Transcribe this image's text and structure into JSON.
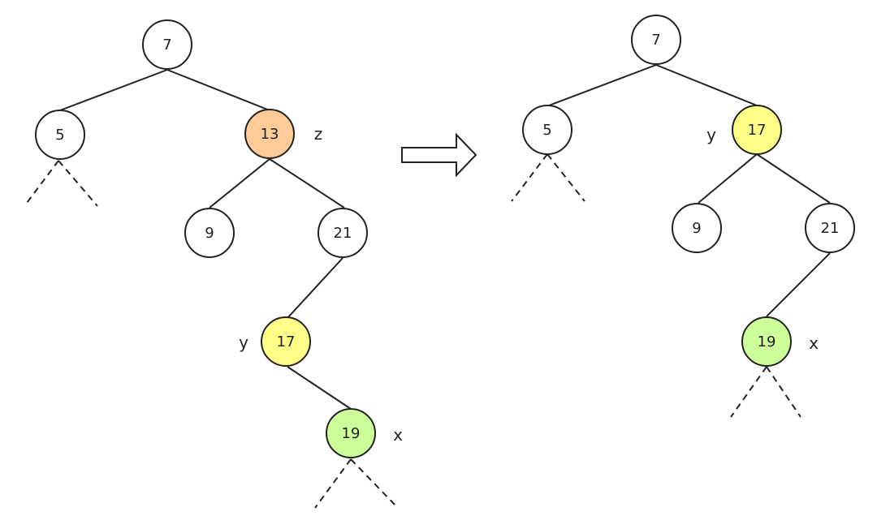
{
  "colors": {
    "stroke": "#222222",
    "node_fill": "#ffffff",
    "z_fill": "#ffcc99",
    "y_fill": "#ffff88",
    "x_fill": "#ccff99"
  },
  "before": {
    "nodes": [
      {
        "id": "n7",
        "label": "7",
        "fill": "node_fill"
      },
      {
        "id": "n5",
        "label": "5",
        "fill": "node_fill"
      },
      {
        "id": "n13",
        "label": "13",
        "fill": "z_fill"
      },
      {
        "id": "n9",
        "label": "9",
        "fill": "node_fill"
      },
      {
        "id": "n21",
        "label": "21",
        "fill": "node_fill"
      },
      {
        "id": "n17",
        "label": "17",
        "fill": "y_fill"
      },
      {
        "id": "n19",
        "label": "19",
        "fill": "x_fill"
      }
    ],
    "tags": {
      "z": "z",
      "y": "y",
      "x": "x"
    }
  },
  "after": {
    "nodes": [
      {
        "id": "m7",
        "label": "7",
        "fill": "node_fill"
      },
      {
        "id": "m5",
        "label": "5",
        "fill": "node_fill"
      },
      {
        "id": "m17",
        "label": "17",
        "fill": "y_fill"
      },
      {
        "id": "m9",
        "label": "9",
        "fill": "node_fill"
      },
      {
        "id": "m21",
        "label": "21",
        "fill": "node_fill"
      },
      {
        "id": "m19",
        "label": "19",
        "fill": "x_fill"
      }
    ],
    "tags": {
      "y": "y",
      "x": "x"
    }
  }
}
